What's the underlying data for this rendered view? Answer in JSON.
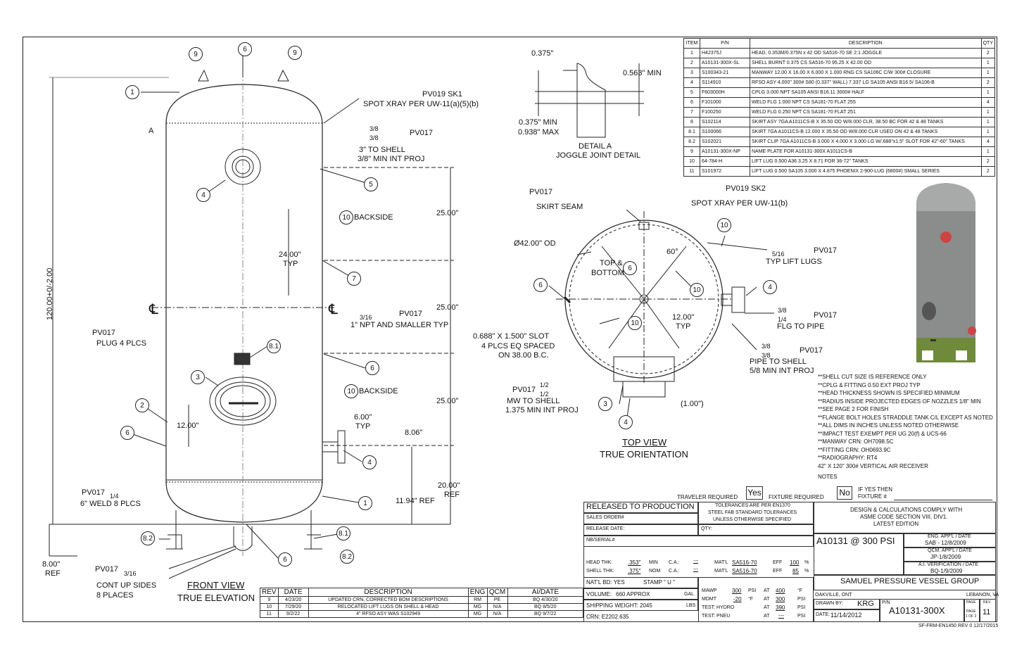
{
  "bom": {
    "headers": [
      "ITEM",
      "P/N",
      "DESCRIPTION",
      "QTY"
    ],
    "rows": [
      [
        "1",
        "H42375J",
        "HEAD, 0.353M/0.375N x 42 OD SA516-70 SE 2:1 JOGGLE",
        "2"
      ],
      [
        "2",
        "A10131-300X-SL",
        "SHELL BURNT 0.375 CS SA516-70 95.25 X 42.00 OD",
        "1"
      ],
      [
        "3",
        "S100343-21",
        "MANWAY 12.00 X 16.00 X 6.000 X 1.000 RNG CS SA106C C/W 300# CLOSURE",
        "1"
      ],
      [
        "4",
        "S114910",
        "RFSO ASY 4.000\" 300# S80 (0.337\" WALL) 7.337 LG SA105 ANSI B16.5/ SA106-B",
        "2"
      ],
      [
        "5",
        "F603000H",
        "CPLG 3.000 NPT SA105 ANSI B16.11 3000# HALF",
        "1"
      ],
      [
        "6",
        "F101000",
        "WELD FLG 1.000 NPT CS SA181-70 FLAT 255",
        "4"
      ],
      [
        "7",
        "F100250",
        "WELD FLG 0.250 NPT CS SA181-70 FLAT 251",
        "1"
      ],
      [
        "8",
        "S102114",
        "SKIRT ASY 7GA A1011CS-B X 35.50 OD W/8.000 CLR, 38.50 BC FOR 42 & 48 TANKS",
        "1"
      ],
      [
        "8.1",
        "S100066",
        "SKIRT  7GA A1011CS-B 12.000 X 35.50 OD W/8.000 CLR USED ON 42 & 48 TANKS",
        "1"
      ],
      [
        "8.2",
        "S102021",
        "SKIRT CLIP 7GA A1011CS-B 3.000 X 4.000 X 3.000 LG W/.688\"x1.5\" SLOT FOR 42\"-60\" TANKS",
        "4"
      ],
      [
        "9",
        "A10131-300X-NP",
        "NAME PLATE FOR A10131-300X A1011CS-B",
        "1"
      ],
      [
        "10",
        "64-784-H",
        "LIFT LUG 0.500 A36 3.25 X 8.71 FOR 36-72\" TANKS",
        "2"
      ],
      [
        "11",
        "S101972",
        "LIFT LUG 0.500 SA105 3.000 X 4.875 PHOENIX 2-900-LUG (6800#) SMALL SERIES",
        "2"
      ]
    ]
  },
  "revisions": {
    "headers": [
      "REV",
      "DATE",
      "DESCRIPTION",
      "ENG",
      "QCM",
      "AI/DATE"
    ],
    "rows": [
      [
        "9",
        "4/23/20",
        "UPDATED CRN, CORRECTED BOM DESCRIPTIONS",
        "RM",
        "PE",
        "BQ 4/30/20"
      ],
      [
        "10",
        "7/29/20",
        "RELOCATED LIFT LUGS ON SHELL & HEAD",
        "MG",
        "N/A",
        "BQ 8/5/20"
      ],
      [
        "11",
        "9/2/22",
        "4\" RFSO ASY WAS S102949",
        "MG",
        "N/A",
        "BQ 9/7/22"
      ]
    ]
  },
  "front": {
    "title": "FRONT VIEW",
    "subtitle": "TRUE ELEVATION",
    "overall": "120.00+0/-2.00",
    "dims": [
      "25.00\"",
      "25.00\"",
      "25.00\"",
      "20.00\"",
      "REF",
      "24.00\"",
      "TYP",
      "12.00\"",
      "6.00\"",
      "TYP",
      "8.06\"",
      "11.94\" REF",
      "8.00\"",
      "REF"
    ],
    "notes": {
      "spot": "SPOT XRAY PER UW-11(a)(5)(b)",
      "pv019": "PV019 SK1",
      "pv017": "PV017",
      "frac38a": "3/8",
      "frac38b": "3/8",
      "shell3": "3\" TO SHELL",
      "shell3b": "3/8\" MIN INT PROJ",
      "backside": "BACKSIDE",
      "frac316": "3/16",
      "npt": "1\" NPT AND SMALLER TYP",
      "plug": "PLUG 4 PLCS",
      "frac14": "1/4",
      "weld": "6\" WELD 8 PLCS",
      "cont1": "CONT UP SIDES",
      "cont2": "8 PLACES",
      "A": "A",
      "cl": "℄"
    }
  },
  "detail": {
    "d1": "0.375\"",
    "d2": "0.563\" MIN",
    "d3": "0.375\" MIN",
    "d4": "0.938\" MAX",
    "title": "DETAIL  A",
    "sub": "JOGGLE JOINT DETAIL"
  },
  "top": {
    "title": "TOP VIEW",
    "subtitle": "TRUE ORIENTATION",
    "pv019": "PV019 SK2",
    "spot": "SPOT XRAY PER UW-11(b)",
    "seam": "SKIRT SEAM",
    "od": "Ø42.00\" OD",
    "topbottom1": "TOP &",
    "topbottom2": "BOTTOM",
    "angle": "60°",
    "lugs": "TYP LIFT LUGS",
    "frac516": "5/16",
    "flg": "FLG TO PIPE",
    "pipe1": "PIPE TO SHELL",
    "pipe2": "5/8 MIN INT PROJ",
    "slot1": "0.688\" X 1.500\" SLOT",
    "slot2": "4 PLCS EQ SPACED",
    "slot3": "ON 38.00 B.C.",
    "mw1": "MW TO SHELL",
    "mw2": "1.375 MIN INT PROJ",
    "frac12": "1/2",
    "dim12": "12.00\"",
    "typ": "TYP",
    "dim1": "(1.00\")"
  },
  "notes": [
    "**SHELL CUT SIZE IS REFERENCE ONLY",
    "**CPLG & FITTING 0.50 EXT PROJ TYP",
    "**HEAD THICKNESS SHOWN IS SPECIFIED MINIMUM",
    "**RADIUS INSIDE PROJECTED EDGES OF NOZZLES 1/8\" MIN",
    "**SEE PAGE 2 FOR FINISH",
    "**FLANGE BOLT HOLES STRADDLE TANK C/L EXCEPT AS NOTED",
    "**ALL DIMS IN INCHES UNLESS NOTED OTHERWISE",
    "**IMPACT TEST EXEMPT PER UG 20(f) & UCS-66",
    "**MANWAY CRN: OH7098.5C",
    "**FITTING CRN: OH0693.9C",
    "**RADIOGRAPHY: RT4",
    "42\" X 120\" 300# VERTICAL AIR RECEIVER",
    "NOTES"
  ],
  "title_block": {
    "traveler_label": "TRAVELER REQUIRED",
    "traveler_value": "Yes",
    "fixture_label": "FIXTURE REQUIRED",
    "fixture_value": "No",
    "ifyes": "IF YES THEN",
    "fixture_no": "FIXTURE #",
    "released": "RELEASED TO PRODUCTION",
    "tol1": "TOLERANCES ARE PER EN1370",
    "tol2": "STEEL FAB STANDARD TOLERANCES",
    "tol3": "UNLESS OTHERWISE SPECIFIED",
    "sales": "SALES ORDER#",
    "release_date": "RELEASE DATE:",
    "qty": "QTY:",
    "nb": "NB/SERIAL#",
    "design1": "DESIGN & CALCULATIONS COMPLY WITH",
    "design2": "ASME CODE SECTION VIII, DIV1.",
    "design3": "LATEST EDITION",
    "model": "A10131 @ 300 PSI",
    "eng_label": "ENG. APP'L / DATE",
    "eng_value": "SAB - 12/8/2009",
    "qcm_label": "QCM. APP'L / DATE",
    "qcm_value": "JP-1/8/2009",
    "ai_label": "A.I. VERIFICATION / DATE",
    "ai_value": "BQ-1/9/2009",
    "head_thk": "HEAD THK:",
    "head_val": ".353\"",
    "shell_thk": "SHELL THK:",
    "shell_val": ".375\"",
    "min": "MIN",
    "nom": "NOM",
    "ca": "C.A.:",
    "ca_val": "---",
    "matl": "MAT'L",
    "matl_val": "SA516-70",
    "eff": "EFF",
    "eff1": "100",
    "eff2": "85",
    "pct": "%",
    "natl": "NAT'L BD: YES",
    "stamp": "STAMP \"  U  \"",
    "volume": "VOLUME:",
    "volume_val": "660 APPROX",
    "gal": "GAL",
    "ship": "SHIPPING WEIGHT: 2045",
    "lbs": "LBS",
    "crn": "CRN:  E2202.635",
    "mawp": "MAWP",
    "mawp_val": "300",
    "psi": "PSI",
    "at": "AT",
    "mawp_t": "400",
    "degf": "°F",
    "mdmt": "MDMT",
    "mdmt_val": "-20",
    "mdmt_p": "300",
    "test_h": "TEST:  HYDRO",
    "test_h_p": "390",
    "test_p": "TEST:  PNEU",
    "test_p_p": "---",
    "company": "SAMUEL PRESSURE VESSEL GROUP",
    "city1": "OAKVILLE, ONT",
    "city2": "LEBANON, VA",
    "drawn": "DRAWN BY:",
    "drawn_val": "KRG",
    "pn_label": "P/N",
    "pn": "A10131-300X",
    "page_label": "PAGE",
    "page_of": "1 OF 2",
    "rev_label": "REV.",
    "rev_val": "11",
    "date_label": "DATE:",
    "date_val": "11/14/2012",
    "form": "SF-FRM-EN1450  REV 0 12/17/2015"
  }
}
